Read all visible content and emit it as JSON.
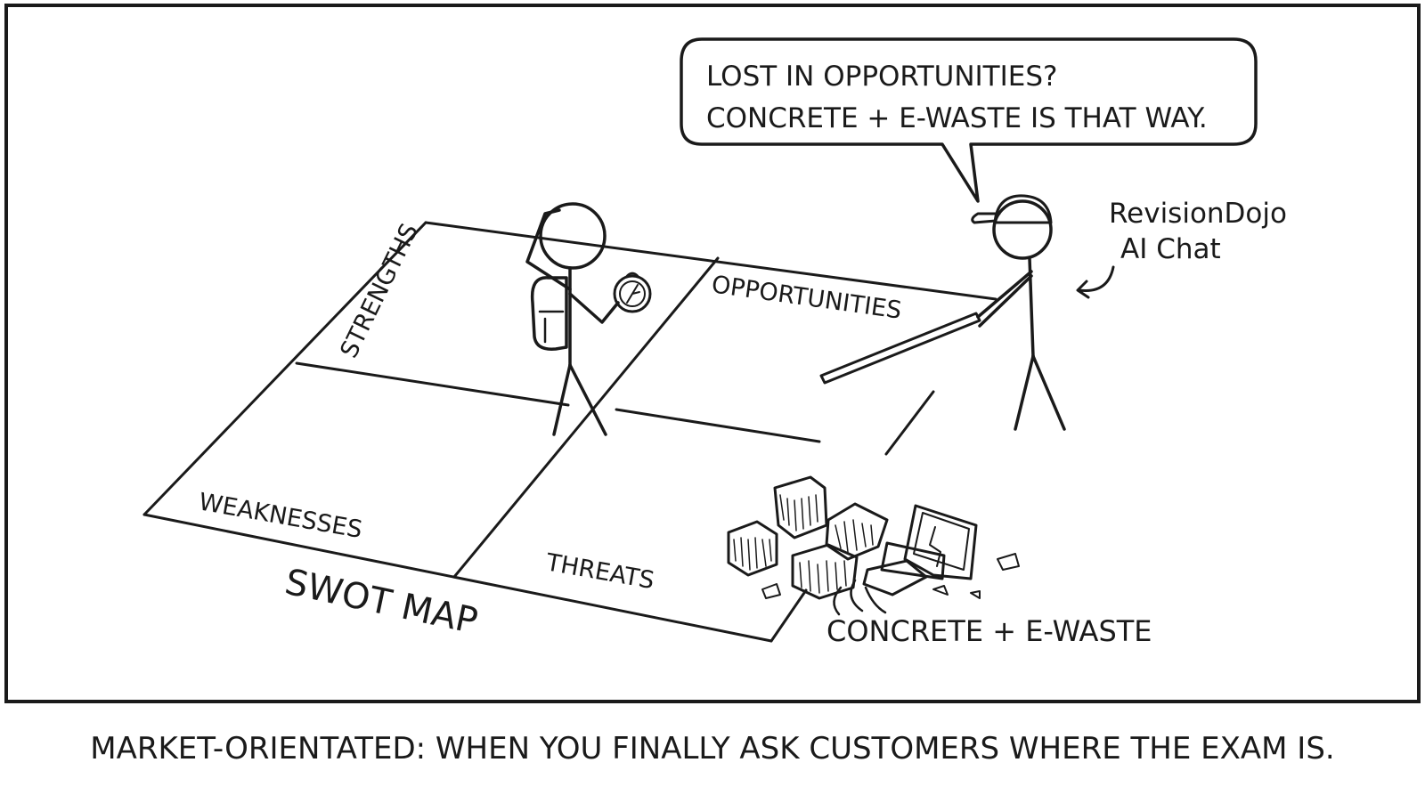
{
  "speech_bubble": {
    "line1": "LOST IN OPPORTUNITIES?",
    "line2": "CONCRETE + E-WASTE IS THAT WAY."
  },
  "swot": {
    "strengths": "STRENGTHS",
    "opportunities": "OPPORTUNITIES",
    "weaknesses": "WEAKNESSES",
    "threats": "THREATS",
    "map_label": "SWOT MAP"
  },
  "pile_label": "CONCRETE + E-WASTE",
  "character_label": {
    "line1": "RevisionDojo",
    "line2": "AI Chat"
  },
  "caption": "MARKET-ORIENTATED: WHEN YOU FINALLY ASK CUSTOMERS WHERE THE EXAM IS."
}
